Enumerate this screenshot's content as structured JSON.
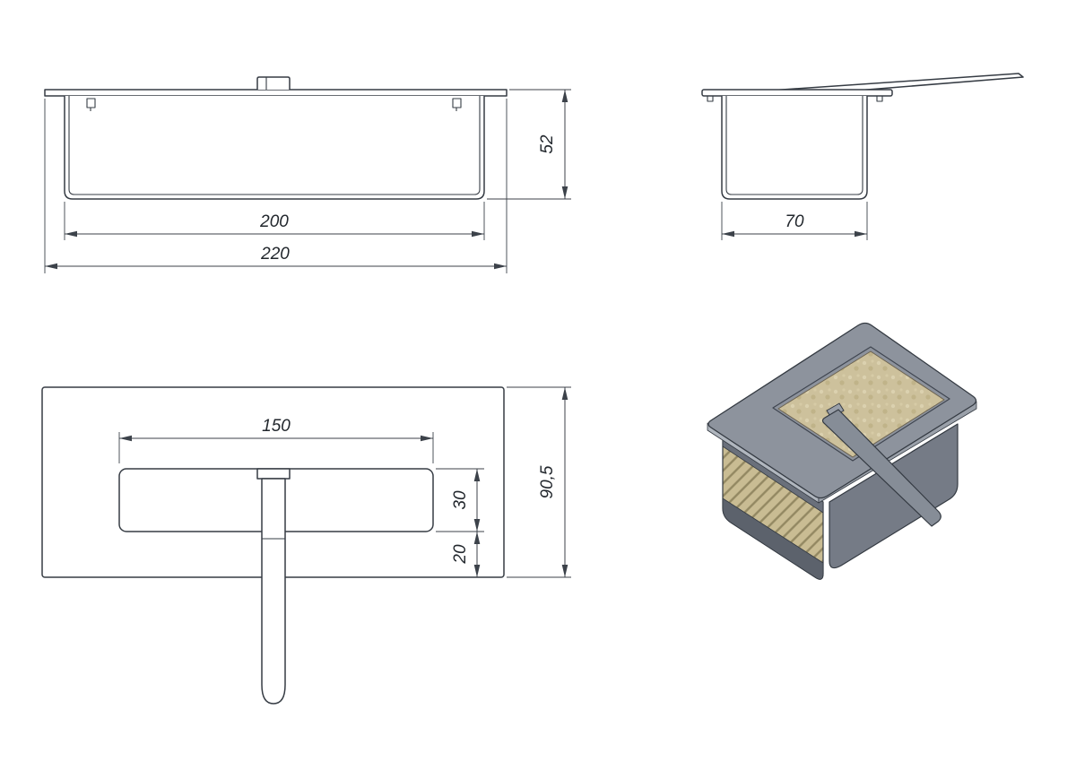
{
  "document": {
    "type": "technical-drawing",
    "background": "#ffffff"
  },
  "dimensions": {
    "front": {
      "height": "52",
      "inner_width": "200",
      "overall_width": "220"
    },
    "side": {
      "depth": "70"
    },
    "plan": {
      "slot_length": "150",
      "overall_depth": "90,5",
      "slot_height": "30",
      "slot_to_edge": "20"
    }
  },
  "colors": {
    "line": "#363c44",
    "dimension_line": "#3c424a",
    "metal_top": "#8d939d",
    "metal_right": "#757b86",
    "metal_left": "#6a707b",
    "metal_dark": "#5c626c",
    "metal_edge_light": "#b0b6be",
    "sponge": "#cdc19c",
    "sponge_hatch": "#938862",
    "lever": "#868d97"
  }
}
